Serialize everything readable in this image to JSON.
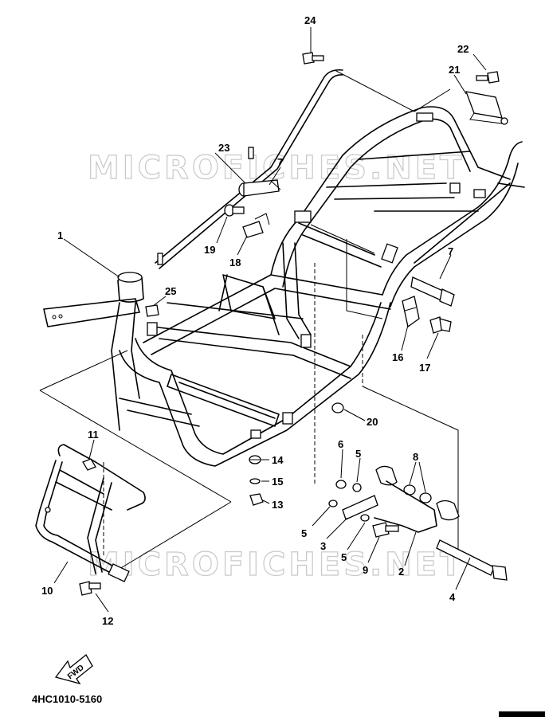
{
  "part_code": "4HC1010-5160",
  "watermark_text": "MICROFICHES.NET",
  "fwd_label": "FWD",
  "callouts": [
    "1",
    "2",
    "3",
    "4",
    "5",
    "5",
    "5",
    "6",
    "7",
    "7",
    "8",
    "9",
    "10",
    "11",
    "12",
    "13",
    "14",
    "15",
    "16",
    "17",
    "18",
    "19",
    "20",
    "21",
    "22",
    "23",
    "24",
    "25"
  ]
}
